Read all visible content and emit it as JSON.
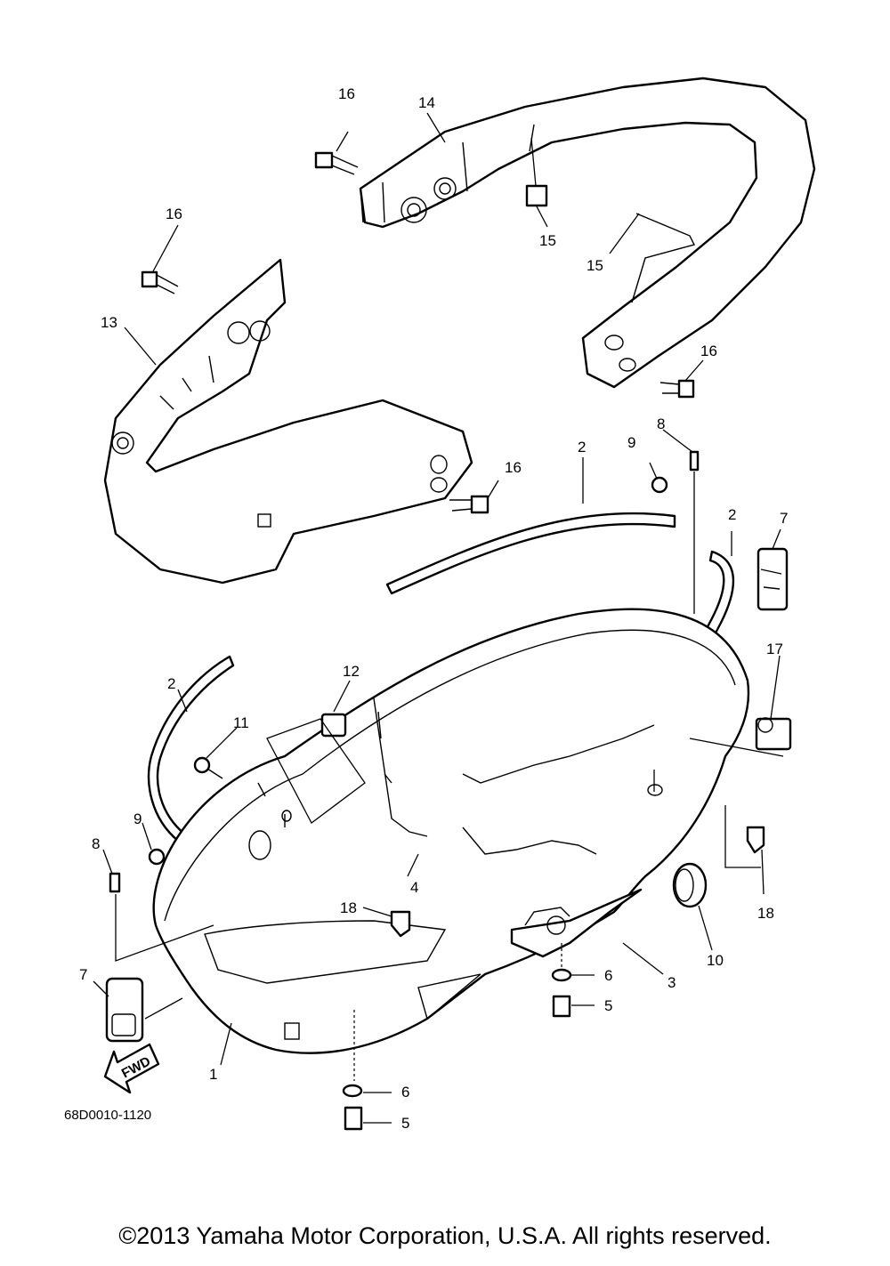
{
  "diagram": {
    "drawing_code": "68D0010-1120",
    "fwd_label": "FWD",
    "callouts": [
      "1",
      "2",
      "2",
      "2",
      "3",
      "4",
      "5",
      "5",
      "6",
      "6",
      "7",
      "7",
      "8",
      "8",
      "9",
      "9",
      "10",
      "11",
      "12",
      "13",
      "14",
      "15",
      "15",
      "16",
      "16",
      "16",
      "16",
      "17",
      "18",
      "18"
    ]
  },
  "footer": {
    "copyright": "©2013 Yamaha Motor Corporation, U.S.A. All rights reserved."
  }
}
